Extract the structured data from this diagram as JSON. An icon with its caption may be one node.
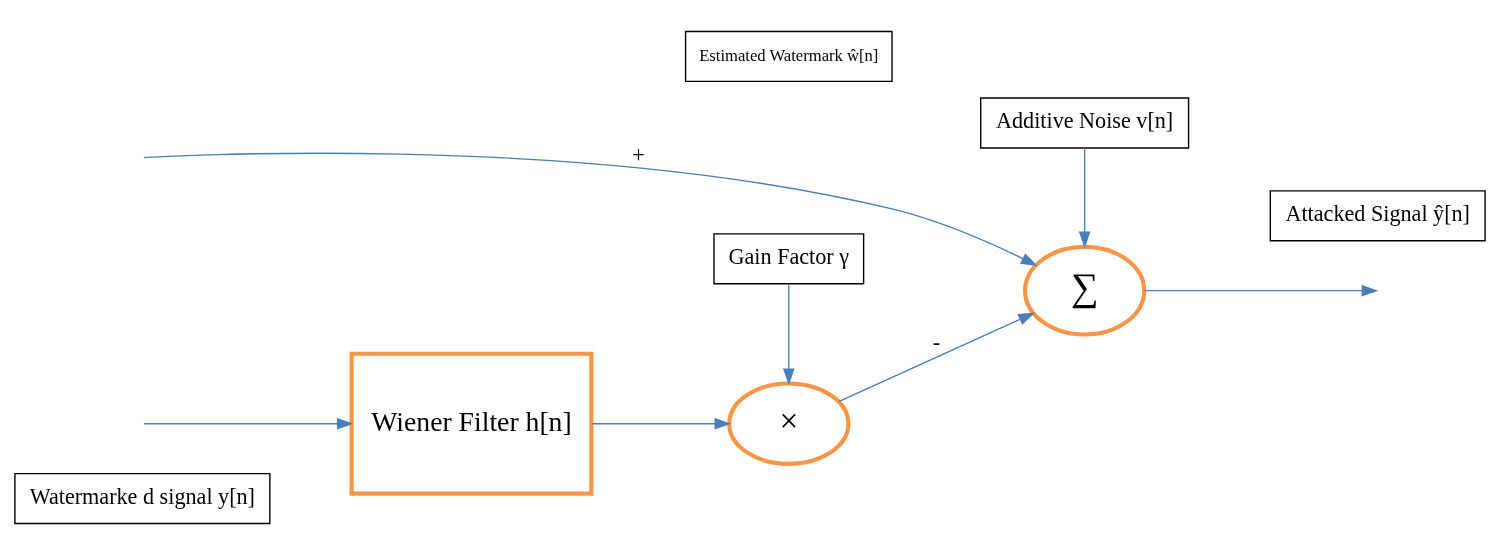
{
  "diagram": {
    "nodes": [
      {
        "text": [
          "Watermarke d signal y[n]"
        ]
      },
      {
        "text": [
          "Wiener Filter h[n]"
        ]
      },
      {
        "text": [
          "Estimated Watermark ŵ[n]"
        ]
      },
      {
        "text": [
          "×"
        ]
      },
      {
        "text": [
          "∑"
        ]
      },
      {
        "text": [
          "Attacked Signal ŷ[n]"
        ]
      },
      {
        "text": [
          "Gain Factor γ"
        ]
      },
      {
        "text": [
          "Additive Noise v[n]"
        ]
      }
    ],
    "edges": [
      {
        "from": null,
        "to": 1,
        "arrow": "to"
      },
      {
        "from": null,
        "to": 4,
        "arrow": "to",
        "label": "+"
      },
      {
        "from": 1,
        "to": 3,
        "arrow": "to"
      },
      {
        "from": 3,
        "to": 4,
        "arrow": "to",
        "label": "-"
      },
      {
        "from": 4,
        "to": null,
        "arrow": "to"
      },
      {
        "from": 6,
        "to": 3,
        "arrow": "to"
      },
      {
        "from": 7,
        "to": 4,
        "arrow": "to"
      }
    ]
  }
}
